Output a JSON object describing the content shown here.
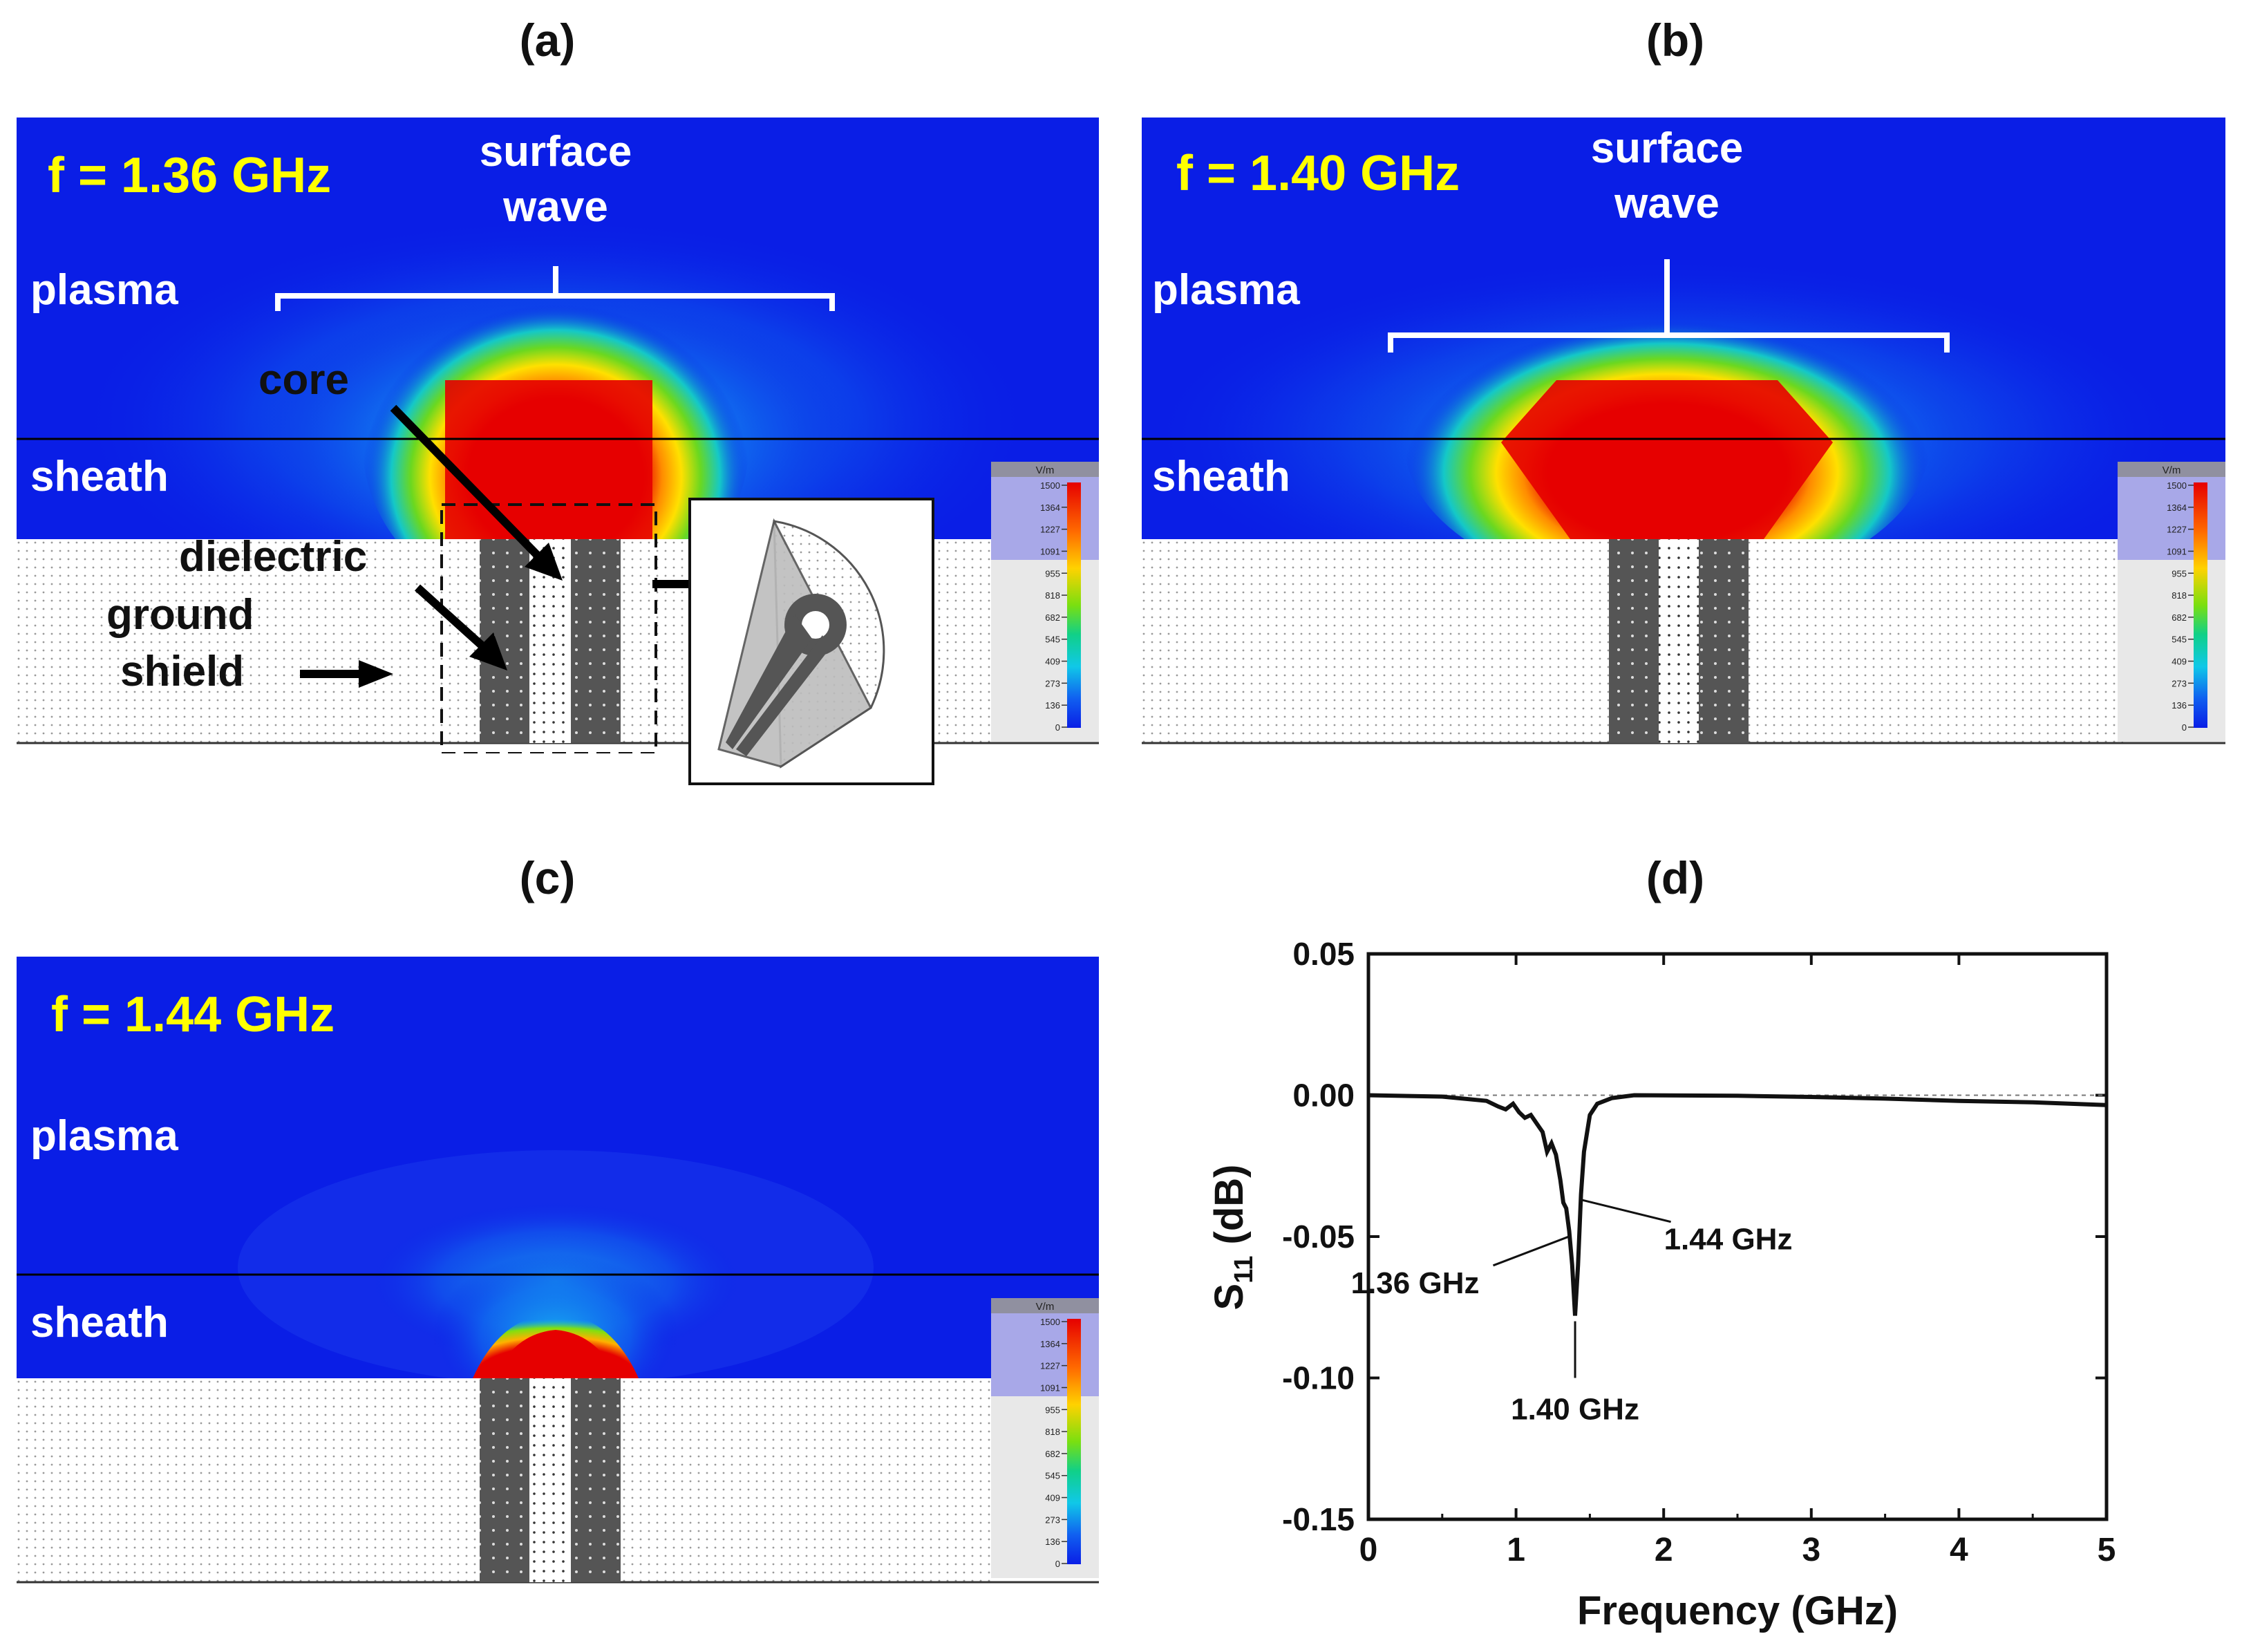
{
  "panels": {
    "a": {
      "label": "(a)",
      "freq": "f = 1.36 GHz",
      "surface_wave": [
        "surface",
        "wave"
      ],
      "plasma": "plasma",
      "sheath": "sheath",
      "core": "core",
      "dielectric": "dielectric",
      "ground": "ground",
      "shield": "shield"
    },
    "b": {
      "label": "(b)",
      "freq": "f = 1.40 GHz",
      "surface_wave": [
        "surface",
        "wave"
      ],
      "plasma": "plasma",
      "sheath": "sheath"
    },
    "c": {
      "label": "(c)",
      "freq": "f = 1.44 GHz",
      "plasma": "plasma",
      "sheath": "sheath"
    },
    "d": {
      "label": "(d)"
    }
  },
  "colorscale": {
    "unit": "V/m",
    "ticks": [
      "1500",
      "1364",
      "1227",
      "1091",
      "955",
      "818",
      "682",
      "545",
      "409",
      "273",
      "136",
      "0"
    ]
  },
  "colors": {
    "field_background": "#0a1ee6",
    "field_hot": "#e60000",
    "label_yellow": "#ffff00",
    "dielectric_fill": "#ffffff",
    "metal_fill": "#555555"
  },
  "chart_data": {
    "type": "line",
    "title": "",
    "xlabel": "Frequency (GHz)",
    "ylabel_main": "S",
    "ylabel_sub": "11",
    "ylabel_unit": " (dB)",
    "xlim": [
      0,
      5
    ],
    "ylim": [
      -0.15,
      0.05
    ],
    "xticks": [
      "0",
      "1",
      "2",
      "3",
      "4",
      "5"
    ],
    "yticks": [
      "0.05",
      "0.00",
      "-0.05",
      "-0.10",
      "-0.15"
    ],
    "reference_line_y": 0,
    "series": [
      {
        "x": [
          0,
          0.5,
          0.8,
          0.88,
          0.93,
          0.98,
          1.02,
          1.06,
          1.1,
          1.14,
          1.18,
          1.21,
          1.24,
          1.27,
          1.3,
          1.32,
          1.34,
          1.36,
          1.38,
          1.4,
          1.42,
          1.44,
          1.46,
          1.5,
          1.55,
          1.65,
          1.8,
          2.5,
          3.0,
          3.5,
          4.0,
          4.5,
          5.0
        ],
        "values": [
          0,
          -0.0005,
          -0.002,
          -0.004,
          -0.005,
          -0.003,
          -0.006,
          -0.008,
          -0.007,
          -0.01,
          -0.013,
          -0.02,
          -0.017,
          -0.021,
          -0.03,
          -0.038,
          -0.04,
          -0.048,
          -0.06,
          -0.078,
          -0.06,
          -0.035,
          -0.02,
          -0.007,
          -0.003,
          -0.001,
          0,
          -0.0002,
          -0.0006,
          -0.0012,
          -0.002,
          -0.0025,
          -0.0035
        ]
      }
    ],
    "annotations": [
      "1.36 GHz",
      "1.40 GHz",
      "1.44 GHz"
    ]
  }
}
